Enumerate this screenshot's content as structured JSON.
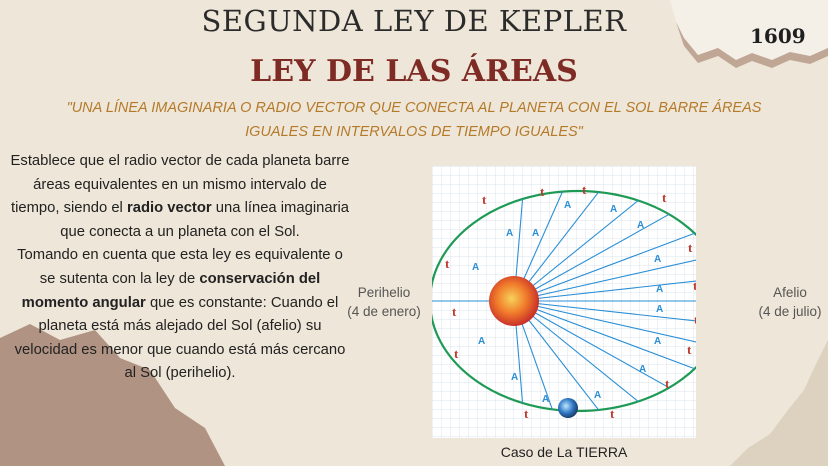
{
  "header": {
    "title": "SEGUNDA LEY DE KEPLER",
    "subtitle": "LEY DE LAS ÁREAS",
    "year": "1609"
  },
  "quote": {
    "line1": "\"UNA LÍNEA IMAGINARIA O RADIO VECTOR QUE CONECTA AL PLANETA CON EL SOL BARRE ÁREAS",
    "line2": "IGUALES EN INTERVALOS DE TIEMPO IGUALES\""
  },
  "body": {
    "p1_a": "Establece que el radio vector de cada planeta barre áreas equivalentes en un mismo intervalo de tiempo, siendo el ",
    "p1_bold": "radio vector",
    "p1_b": " una línea imaginaria que conecta a un planeta con el Sol.",
    "p2_a": "Tomando en cuenta que esta ley es equivalente o se sutenta con la ley de ",
    "p2_bold": "conservación del momento angular",
    "p2_b": " que es constante: Cuando el planeta está más alejado del Sol (afelio) su velocidad es menor que cuando está más cercano al Sol (perihelio)."
  },
  "diagram": {
    "perihelio_label": "Perihelio",
    "perihelio_date": "(4 de enero)",
    "afelio_label": "Afelio",
    "afelio_date": "(4 de julio)",
    "caption": "Caso de La TIERRA",
    "area_mark": "A",
    "time_mark": "t"
  },
  "colors": {
    "title_dark": "#2b2b2b",
    "title_red": "#7e2a25",
    "quote": "#b47a2a",
    "ellipse": "#1f9a55",
    "vector": "#2a8fd6",
    "mark_red": "#c0392b"
  }
}
